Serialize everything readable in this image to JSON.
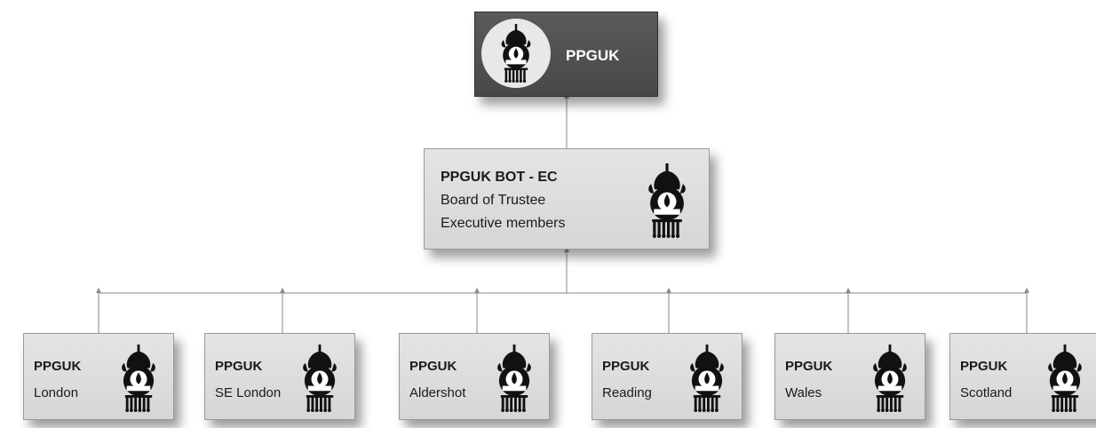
{
  "root": {
    "label": "PPGUK"
  },
  "board": {
    "title": "PPGUK BOT - EC",
    "line1": "Board of Trustee",
    "line2": "Executive members"
  },
  "branches": [
    {
      "title": "PPGUK",
      "location": "London"
    },
    {
      "title": "PPGUK",
      "location": "SE London"
    },
    {
      "title": "PPGUK",
      "location": "Aldershot"
    },
    {
      "title": "PPGUK",
      "location": "Reading"
    },
    {
      "title": "PPGUK",
      "location": "Wales"
    },
    {
      "title": "PPGUK",
      "location": "Scotland"
    }
  ],
  "colors": {
    "root_fill": "#4f4f4f",
    "node_fill": "#dcdcdc",
    "connector": "#8a8a8a"
  }
}
